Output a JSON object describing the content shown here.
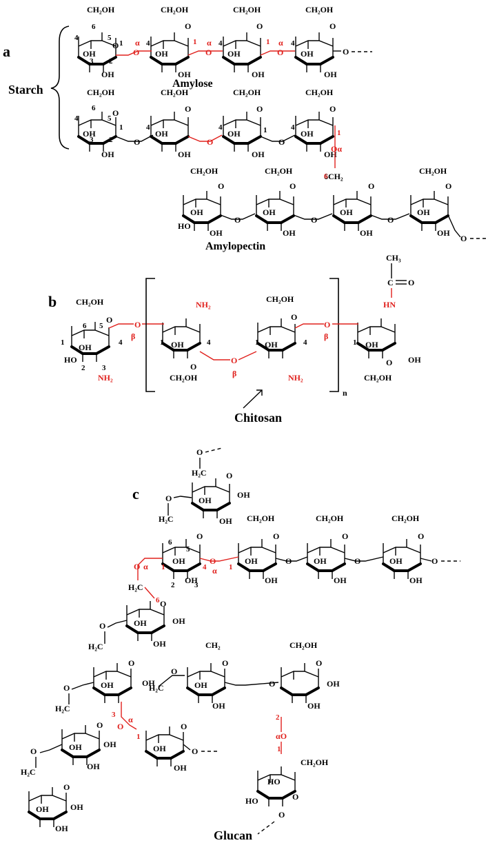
{
  "panels": {
    "a": {
      "label": "a",
      "group_label": "Starch",
      "amylose_label": "Amylose",
      "amylopectin_label": "Amylopectin"
    },
    "b": {
      "label": "b",
      "chitosan_label": "Chitosan",
      "repeat_label": "n"
    },
    "c": {
      "label": "c",
      "glucan_label": "Glucan"
    }
  },
  "atoms": {
    "ch2oh": "CH₂OH",
    "h2c": "H₂C",
    "ch2": "CH₂",
    "ch3": "CH₃",
    "o": "O",
    "oh": "OH",
    "ho": "HO",
    "h": "H",
    "nh2": "NH₂",
    "hn": "HN",
    "alpha": "α",
    "beta": "β",
    "alpha_o": "αO",
    "o_alpha": "Oα",
    "six_ch2": "6CH₂",
    "c": "C"
  },
  "position_numbers": [
    "1",
    "2",
    "3",
    "4",
    "5",
    "6"
  ],
  "colors": {
    "text": "#000000",
    "glycosidic_bond": "#e0201c",
    "background": "#ffffff"
  }
}
